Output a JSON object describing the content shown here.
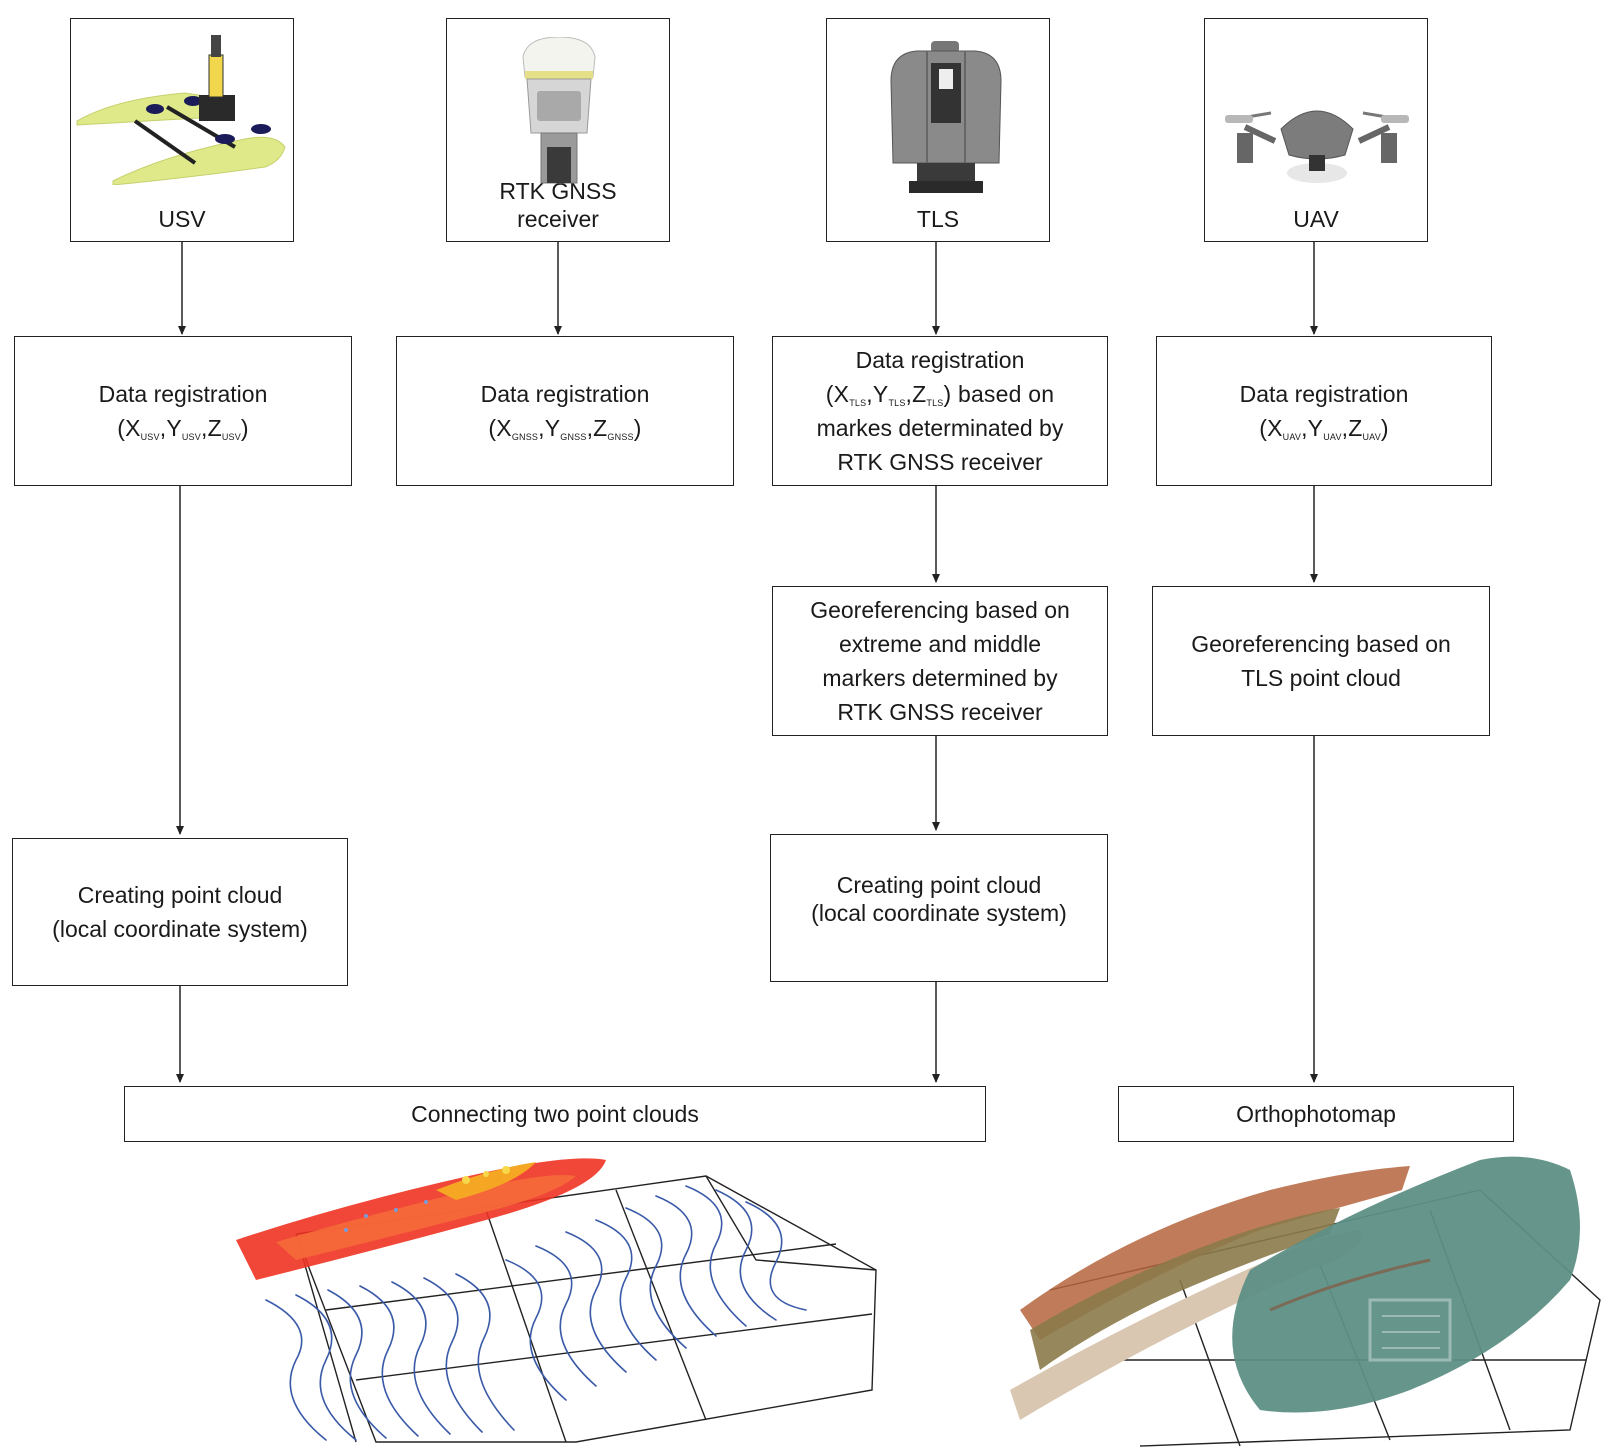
{
  "devices": [
    {
      "id": "usv",
      "label": "USV",
      "icon": "usv-boat-icon"
    },
    {
      "id": "rtk",
      "label": "RTK GNSS",
      "label2": "receiver",
      "icon": "gnss-receiver-icon"
    },
    {
      "id": "tls",
      "label": "TLS",
      "icon": "laser-scanner-icon"
    },
    {
      "id": "uav",
      "label": "UAV",
      "icon": "drone-icon"
    }
  ],
  "registration": {
    "usv": {
      "title": "Data registration",
      "X": "X",
      "Y": "Y",
      "Z": "Z",
      "sub": "USV",
      "open": "(",
      "close": ")",
      "sep": ","
    },
    "rtk": {
      "title": "Data registration",
      "X": "X",
      "Y": "Y",
      "Z": "Z",
      "sub": "GNSS",
      "open": "(",
      "close": ")",
      "sep": ","
    },
    "tls": {
      "line1": "Data registration",
      "X": "X",
      "Y": "Y",
      "Z": "Z",
      "sub": "TLS",
      "open": "(",
      "close": ")",
      "sep": ",",
      "suffix": " based on",
      "line3": "markes determinated by",
      "line4": "RTK GNSS receiver"
    },
    "uav": {
      "title": "Data registration",
      "X": "X",
      "Y": "Y",
      "Z": "Z",
      "sub": "UAV",
      "open": "(",
      "close": ")",
      "sep": ","
    }
  },
  "georef": {
    "tls": [
      "Georeferencing based on",
      "extreme and middle",
      "markers determined by",
      "RTK GNSS receiver"
    ],
    "uav": [
      "Georeferencing based on",
      "TLS point cloud"
    ]
  },
  "pointcloud": {
    "usv": [
      "Creating point cloud",
      "(local coordinate system)"
    ],
    "tls": [
      "Creating point cloud",
      "(local coordinate system)"
    ]
  },
  "outputs": {
    "connect": "Connecting two point clouds",
    "ortho": "Orthophotomap"
  },
  "images": {
    "left": "merged-point-cloud-image",
    "right": "orthophoto-point-cloud-image"
  },
  "colors": {
    "usv_hull": "#dfe98a",
    "tls_cloud_hot": "#ee3322",
    "tls_cloud_warm": "#f5a623",
    "bathy_lines": "#3a5aa8",
    "ortho_veg": "#5e8f86",
    "ortho_sand": "#d9c7b2",
    "ortho_roofs": "#b5653d"
  }
}
